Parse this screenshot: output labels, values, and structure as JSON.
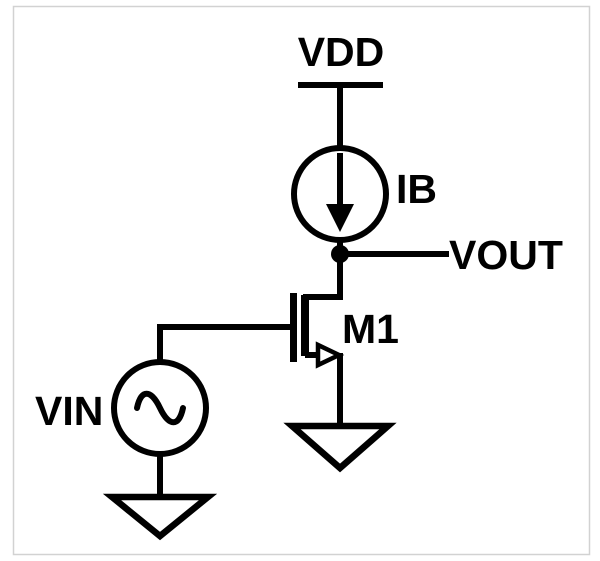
{
  "diagram": {
    "kind": "analog-circuit-schematic",
    "topology": "common-source NMOS amplifier with current-source load",
    "labels": {
      "supply": "VDD",
      "bias_current": "IB",
      "output": "VOUT",
      "transistor": "M1",
      "input": "VIN"
    },
    "components": [
      {
        "name": "VDD",
        "type": "power-rail"
      },
      {
        "name": "IB",
        "type": "current-source",
        "arrow_direction": "down",
        "between": [
          "VDD",
          "VOUT"
        ]
      },
      {
        "name": "VOUT",
        "type": "output-node"
      },
      {
        "name": "M1",
        "type": "nmos-transistor",
        "drain": "VOUT",
        "gate": "VIN",
        "source": "GND"
      },
      {
        "name": "VIN",
        "type": "ac-voltage-source",
        "waveform": "sine",
        "between": [
          "M1-gate",
          "GND"
        ]
      },
      {
        "name": "GND",
        "type": "ground-symbol",
        "instances": 2
      }
    ],
    "colors": {
      "ink": "#000000",
      "background": "#ffffff",
      "border": "#d2d2d2"
    }
  }
}
